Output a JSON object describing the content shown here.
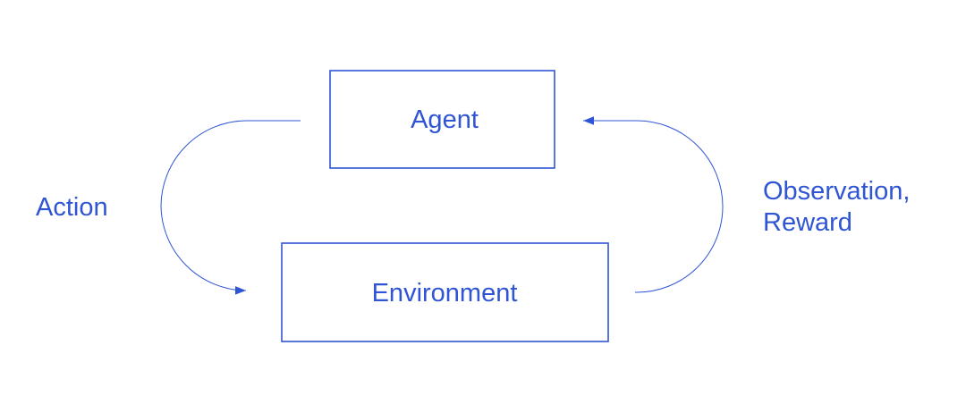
{
  "colors": {
    "primary": "#2f55d4"
  },
  "agent": {
    "label": "Agent"
  },
  "environment": {
    "label": "Environment"
  },
  "action": {
    "label": "Action"
  },
  "observation": {
    "line1": "Observation,",
    "line2": "Reward"
  }
}
